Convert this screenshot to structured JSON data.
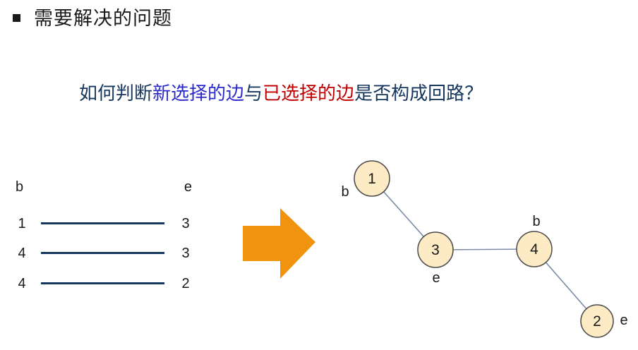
{
  "slide": {
    "title": "需要解决的问题"
  },
  "question": {
    "segments": [
      {
        "text": "如何判断",
        "color": "#17375E"
      },
      {
        "text": "新选择的边",
        "color": "#2A2ACC"
      },
      {
        "text": "与",
        "color": "#17375E"
      },
      {
        "text": "已选择的边",
        "color": "#C00000"
      },
      {
        "text": "是否构成回路？",
        "color": "#17375E"
      }
    ]
  },
  "edge_table": {
    "headers": {
      "begin": "b",
      "end": "e"
    },
    "rows": [
      {
        "b": "1",
        "e": "3"
      },
      {
        "b": "4",
        "e": "3"
      },
      {
        "b": "4",
        "e": "2"
      }
    ],
    "line_color": "#17365D"
  },
  "arrow": {
    "color": "#F0930E"
  },
  "graph": {
    "node_fill": "#FCEBC4",
    "node_border": "#4A4A4A",
    "edge_color": "#7A8BA8",
    "nodes": [
      {
        "label": "1",
        "tag": "b"
      },
      {
        "label": "3",
        "tag": "e"
      },
      {
        "label": "4",
        "tag": "b"
      },
      {
        "label": "2",
        "tag": "e"
      }
    ]
  }
}
